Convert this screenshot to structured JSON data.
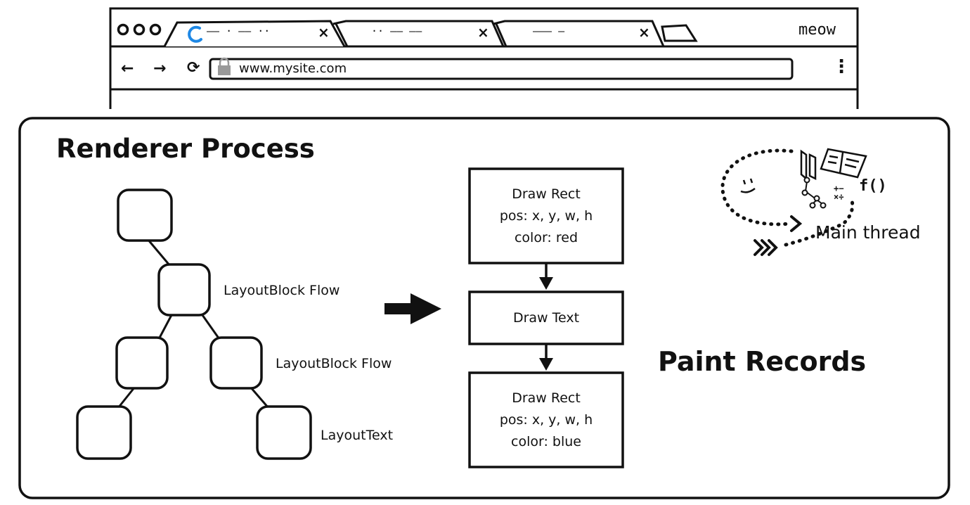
{
  "browser": {
    "brand": "meow",
    "url": "www.mysite.com",
    "tabs": [
      {
        "label": "—— · —— ··",
        "close": "×"
      },
      {
        "label": "·· —— ——",
        "close": "×"
      },
      {
        "label": "——— —",
        "close": "×"
      }
    ],
    "nav": {
      "back": "←",
      "forward": "→",
      "reload": "⟳",
      "menu": "⋮"
    }
  },
  "renderer": {
    "title": "Renderer Process",
    "tree_labels": {
      "node_b": "LayoutBlock Flow",
      "node_d": "LayoutBlock Flow",
      "node_f": "LayoutText"
    },
    "paint_records_title": "Paint Records",
    "records": [
      {
        "line1": "Draw Rect",
        "line2": "pos: x, y, w, h",
        "line3": "color: red"
      },
      {
        "line1": "Draw Text"
      },
      {
        "line1": "Draw Rect",
        "line2": "pos: x, y, w, h",
        "line3": "color: blue"
      }
    ],
    "main_thread": {
      "label": "Main thread",
      "func": "f()",
      "math": "+−\n×÷"
    }
  }
}
